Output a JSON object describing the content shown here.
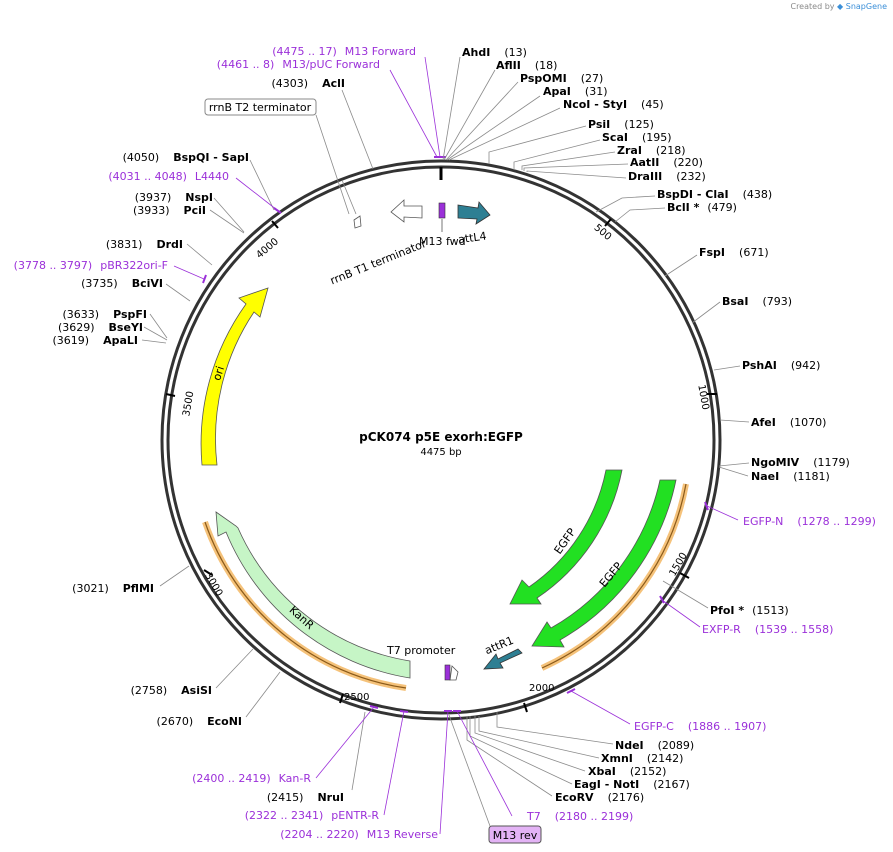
{
  "credit": {
    "text": "Created by",
    "brand": "SnapGene"
  },
  "plasmid": {
    "name": "pCK074 p5E exorh:EGFP",
    "length_label": "4475 bp",
    "length": 4475
  },
  "ticks": [
    "500",
    "1000",
    "1500",
    "2000",
    "2500",
    "3000",
    "3500",
    "4000"
  ],
  "sites": [
    {
      "name": "AhdI",
      "pos": "(13)"
    },
    {
      "name": "AflII",
      "pos": "(18)"
    },
    {
      "name": "PspOMI",
      "pos": "(27)"
    },
    {
      "name": "ApaI",
      "pos": "(31)"
    },
    {
      "name": "NcoI - StyI",
      "pos": "(45)"
    },
    {
      "name": "PsiI",
      "pos": "(125)"
    },
    {
      "name": "ScaI",
      "pos": "(195)"
    },
    {
      "name": "ZraI",
      "pos": "(218)"
    },
    {
      "name": "AatII",
      "pos": "(220)"
    },
    {
      "name": "DraIII",
      "pos": "(232)"
    },
    {
      "name": "BspDI - ClaI",
      "pos": "(438)"
    },
    {
      "name": "BclI *",
      "pos": "(479)"
    },
    {
      "name": "FspI",
      "pos": "(671)"
    },
    {
      "name": "BsaI",
      "pos": "(793)"
    },
    {
      "name": "PshAI",
      "pos": "(942)"
    },
    {
      "name": "AfeI",
      "pos": "(1070)"
    },
    {
      "name": "NgoMIV",
      "pos": "(1179)"
    },
    {
      "name": "NaeI",
      "pos": "(1181)"
    },
    {
      "name": "PfoI *",
      "pos": "(1513)"
    },
    {
      "name": "NdeI",
      "pos": "(2089)"
    },
    {
      "name": "XmnI",
      "pos": "(2142)"
    },
    {
      "name": "XbaI",
      "pos": "(2152)"
    },
    {
      "name": "EagI - NotI",
      "pos": "(2167)"
    },
    {
      "name": "EcoRV",
      "pos": "(2176)"
    },
    {
      "name": "NruI",
      "pos": "(2415)"
    },
    {
      "name": "EcoNI",
      "pos": "(2670)"
    },
    {
      "name": "AsiSI",
      "pos": "(2758)"
    },
    {
      "name": "PflMI",
      "pos": "(3021)"
    },
    {
      "name": "ApaLI",
      "pos": "(3619)"
    },
    {
      "name": "BseYI",
      "pos": "(3629)"
    },
    {
      "name": "PspFI",
      "pos": "(3633)"
    },
    {
      "name": "BciVI",
      "pos": "(3735)"
    },
    {
      "name": "DrdI",
      "pos": "(3831)"
    },
    {
      "name": "PciI",
      "pos": "(3933)"
    },
    {
      "name": "NspI",
      "pos": "(3937)"
    },
    {
      "name": "BspQI - SapI",
      "pos": "(4050)"
    },
    {
      "name": "AclI",
      "pos": "(4303)"
    }
  ],
  "primers": [
    {
      "name": "M13 Forward",
      "range": "(4475 .. 17)"
    },
    {
      "name": "M13/pUC Forward",
      "range": "(4461 .. 8)"
    },
    {
      "name": "L4440",
      "range": "(4031 .. 4048)"
    },
    {
      "name": "pBR322ori-F",
      "range": "(3778 .. 3797)"
    },
    {
      "name": "EGFP-N",
      "range": "(1278 .. 1299)"
    },
    {
      "name": "EXFP-R",
      "range": "(1539 .. 1558)"
    },
    {
      "name": "EGFP-C",
      "range": "(1886 .. 1907)"
    },
    {
      "name": "T7",
      "range": "(2180 .. 2199)"
    },
    {
      "name": "Kan-R",
      "range": "(2400 .. 2419)"
    },
    {
      "name": "pENTR-R",
      "range": "(2322 .. 2341)"
    },
    {
      "name": "M13 Reverse",
      "range": "(2204 .. 2220)"
    }
  ],
  "boxed": {
    "rrnb_t2": "rrnB T2 terminator",
    "m13_rev": "M13 rev"
  },
  "features": {
    "rrnb_t1": "rrnB T1 terminator",
    "m13_fwd": "M13 fwd",
    "attl4": "attL4",
    "egfp1": "EGFP",
    "egfp2": "EGFP",
    "attr1": "attR1",
    "t7": "T7 promoter",
    "kanr": "KanR",
    "ori": "ori"
  },
  "colors": {
    "primer": "#9b30d9",
    "egfp": "#22e022",
    "attl": "#2e7f93",
    "ori": "#ffff00",
    "kanr": "#c6f5c6",
    "orange_halo": "#f5c27a",
    "m13rev_box": "#e3b3f5"
  }
}
